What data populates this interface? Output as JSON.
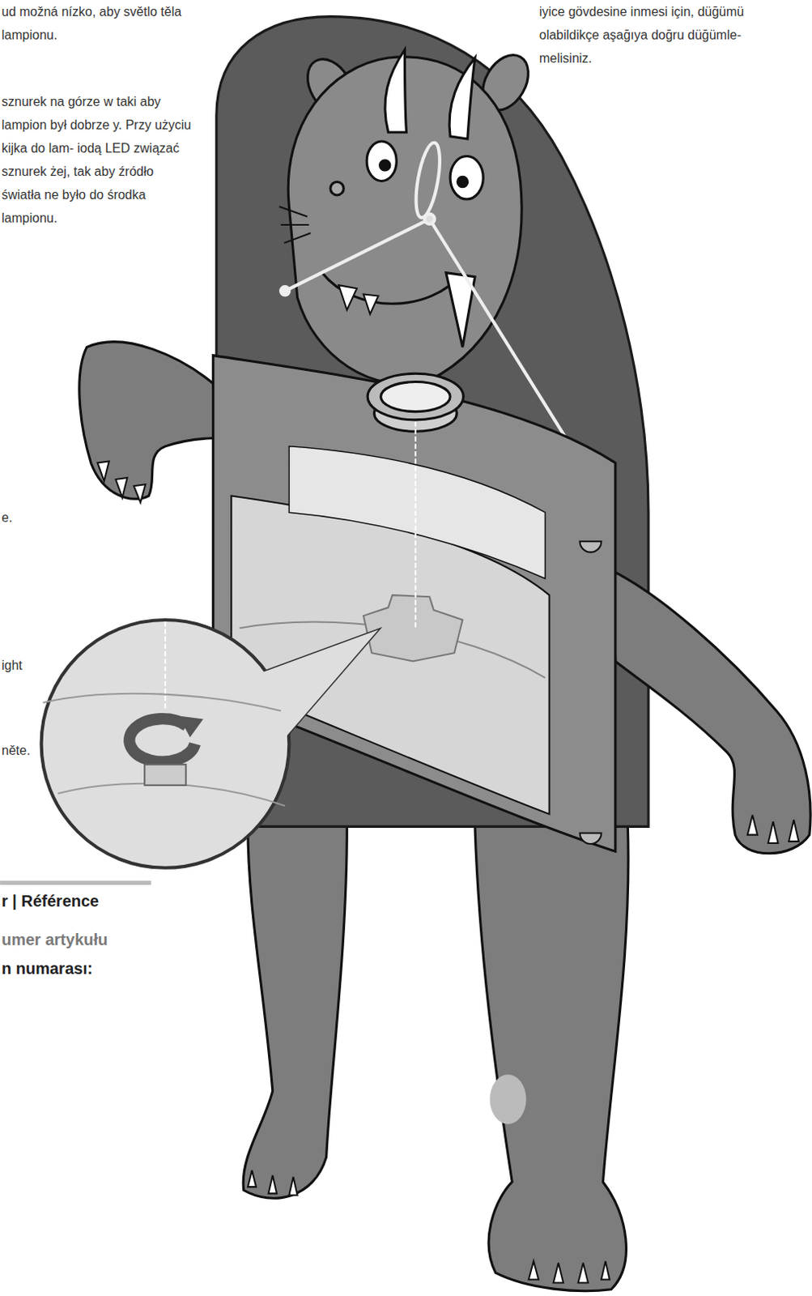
{
  "diagram": {
    "labels": [
      "ud možná nízko, aby světlo těla lampionu.",
      "sznurek na górze w taki aby lampion był dobrze y. Przy użyciu kijka do lam- iodą LED związać sznurek żej, tak aby źródło światła ne było do środka lampionu.",
      "e.",
      "ight",
      "něte.",
      "iyice gövdesine inmesi için, düğümü olabildikçe aşağıya doğru düğümle- melisiniz.",
      "r | Référence",
      "umer artykułu",
      "n numarası:"
    ]
  }
}
